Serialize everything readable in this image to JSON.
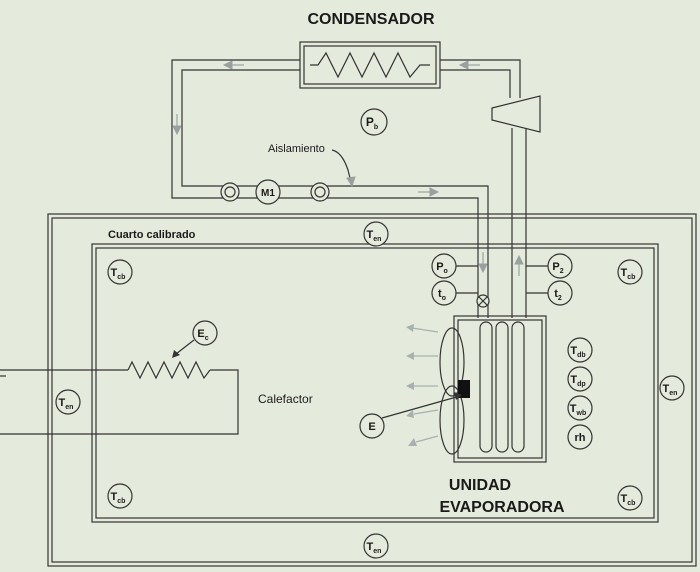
{
  "labels": {
    "condensador": "CONDENSADOR",
    "aislamiento": "Aislamiento",
    "cuarto": "Cuarto calibrado",
    "calefactor": "Calefactor",
    "unidad_line1": "UNIDAD",
    "unidad_line2": "EVAPORADORA"
  },
  "sensors": {
    "pb": {
      "main": "P",
      "sub": "b"
    },
    "m1": {
      "main": "M1",
      "sub": ""
    },
    "ten_top": {
      "main": "T",
      "sub": "en"
    },
    "ten_left": {
      "main": "T",
      "sub": "en"
    },
    "ten_right": {
      "main": "T",
      "sub": "en"
    },
    "ten_bottom": {
      "main": "T",
      "sub": "en"
    },
    "tcb_tl": {
      "main": "T",
      "sub": "cb"
    },
    "tcb_tr": {
      "main": "T",
      "sub": "cb"
    },
    "tcb_bl": {
      "main": "T",
      "sub": "cb"
    },
    "tcb_br": {
      "main": "T",
      "sub": "cb"
    },
    "po": {
      "main": "P",
      "sub": "o"
    },
    "to": {
      "main": "t",
      "sub": "o"
    },
    "p2": {
      "main": "P",
      "sub": "2"
    },
    "t2": {
      "main": "t",
      "sub": "2"
    },
    "ec": {
      "main": "E",
      "sub": "c"
    },
    "e": {
      "main": "E",
      "sub": ""
    },
    "tdb": {
      "main": "T",
      "sub": "db"
    },
    "tdp": {
      "main": "T",
      "sub": "dp"
    },
    "twb": {
      "main": "T",
      "sub": "wb"
    },
    "rh": {
      "main": "rh",
      "sub": ""
    }
  }
}
